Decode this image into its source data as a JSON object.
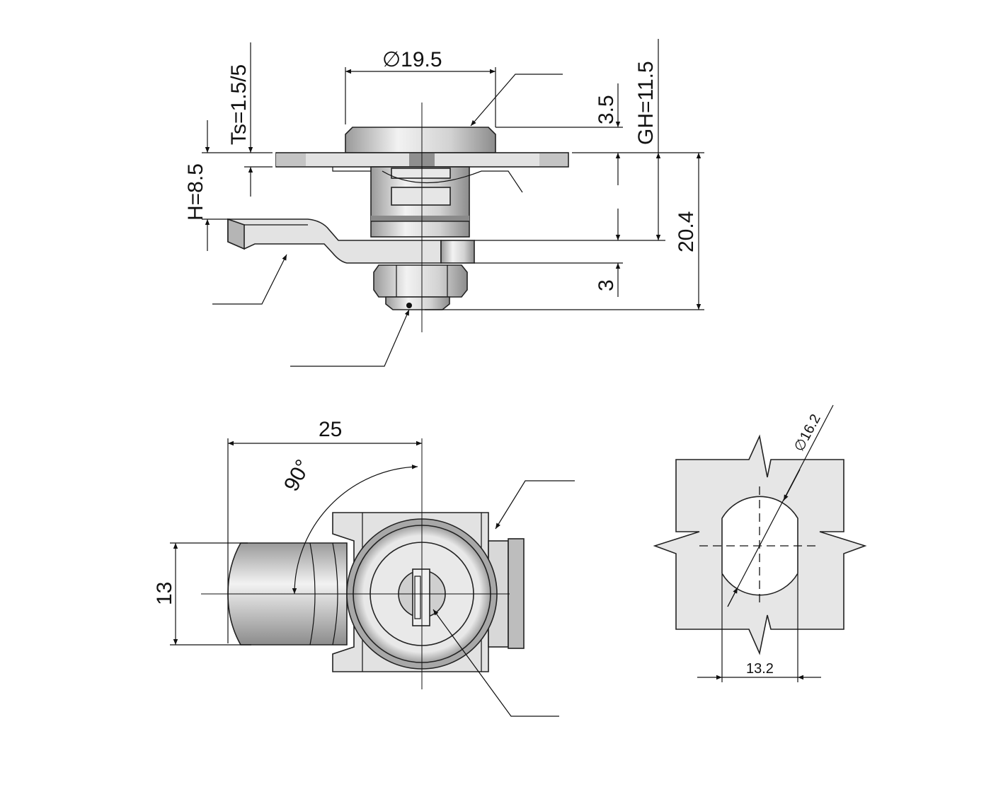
{
  "drawing": {
    "title": "Compression cam lock technical drawing",
    "colors": {
      "line": "#111111",
      "part_light": "#e4e4e4",
      "part_mid": "#c8c8c8",
      "part_dark": "#8a8a8a",
      "cutout_fill": "#e6e6e6"
    },
    "side_view": {
      "dimensions": {
        "bezel_diameter": "∅19.5",
        "panel_thickness": "Ts=1.5/5",
        "height": "H=8.5",
        "bezel_height": "3.5",
        "grip_height": "GH=11.5",
        "total_depth": "20.4",
        "cam_thickness": "3"
      }
    },
    "front_view": {
      "dimensions": {
        "cam_length": "25",
        "rotation_angle": "90°",
        "cam_width": "13"
      }
    },
    "panel_cutout": {
      "dimensions": {
        "hole_diameter": "∅16.2",
        "flat_width": "13.2"
      }
    }
  }
}
